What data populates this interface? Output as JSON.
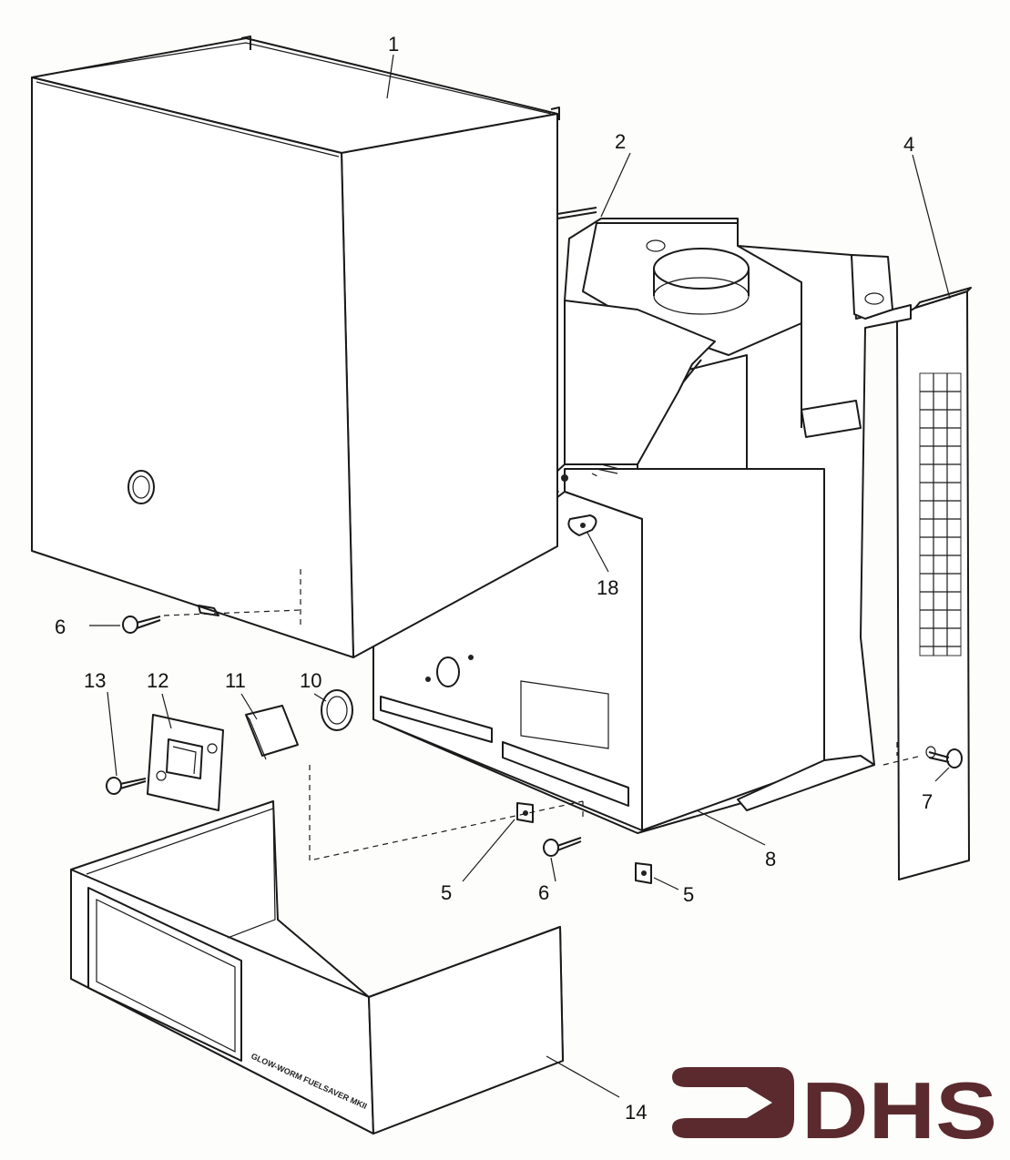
{
  "diagram": {
    "title": "Exploded parts diagram",
    "part_labels": {
      "p1": "1",
      "p2": "2",
      "p4": "4",
      "p5a": "5",
      "p5b": "5",
      "p6a": "6",
      "p6b": "6",
      "p7": "7",
      "p8": "8",
      "p10": "10",
      "p11": "11",
      "p12": "12",
      "p13": "13",
      "p14": "14",
      "p18": "18"
    },
    "casing_stamp": "GLOW-WORM FUELSAVER MKII",
    "logo_text": "DHS",
    "logo_color": "#5a2a2e"
  }
}
